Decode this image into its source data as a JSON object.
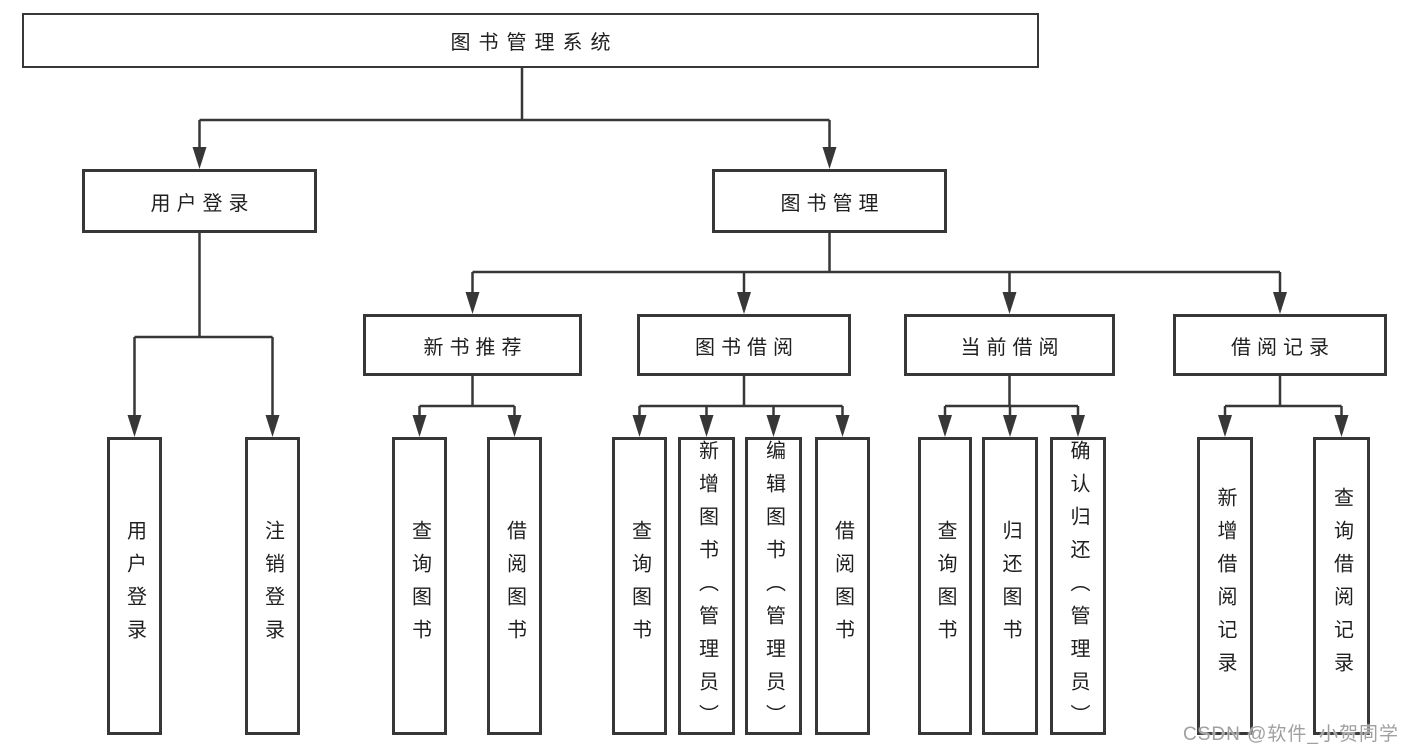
{
  "diagram": {
    "type": "hierarchy-tree",
    "colors": {
      "line": "#373737",
      "box_border": "#373737",
      "text": "#1f1f1f",
      "background": "#ffffff",
      "watermark": "#a0a0a0"
    },
    "tree": {
      "label": "图书管理系统",
      "children": [
        {
          "label": "用户登录",
          "children": [
            {
              "label": "用户登录"
            },
            {
              "label": "注销登录"
            }
          ]
        },
        {
          "label": "图书管理",
          "children": [
            {
              "label": "新书推荐",
              "children": [
                {
                  "label": "查询图书"
                },
                {
                  "label": "借阅图书"
                }
              ]
            },
            {
              "label": "图书借阅",
              "children": [
                {
                  "label": "查询图书"
                },
                {
                  "label": "新增图书（管理员）"
                },
                {
                  "label": "编辑图书（管理员）"
                },
                {
                  "label": "借阅图书"
                }
              ]
            },
            {
              "label": "当前借阅",
              "children": [
                {
                  "label": "查询图书"
                },
                {
                  "label": "归还图书"
                },
                {
                  "label": "确认归还（管理员）"
                }
              ]
            },
            {
              "label": "借阅记录",
              "children": [
                {
                  "label": "新增借阅记录"
                },
                {
                  "label": "查询借阅记录"
                }
              ]
            }
          ]
        }
      ]
    },
    "watermark": {
      "text": "CSDN @软件_小贺同学"
    }
  }
}
